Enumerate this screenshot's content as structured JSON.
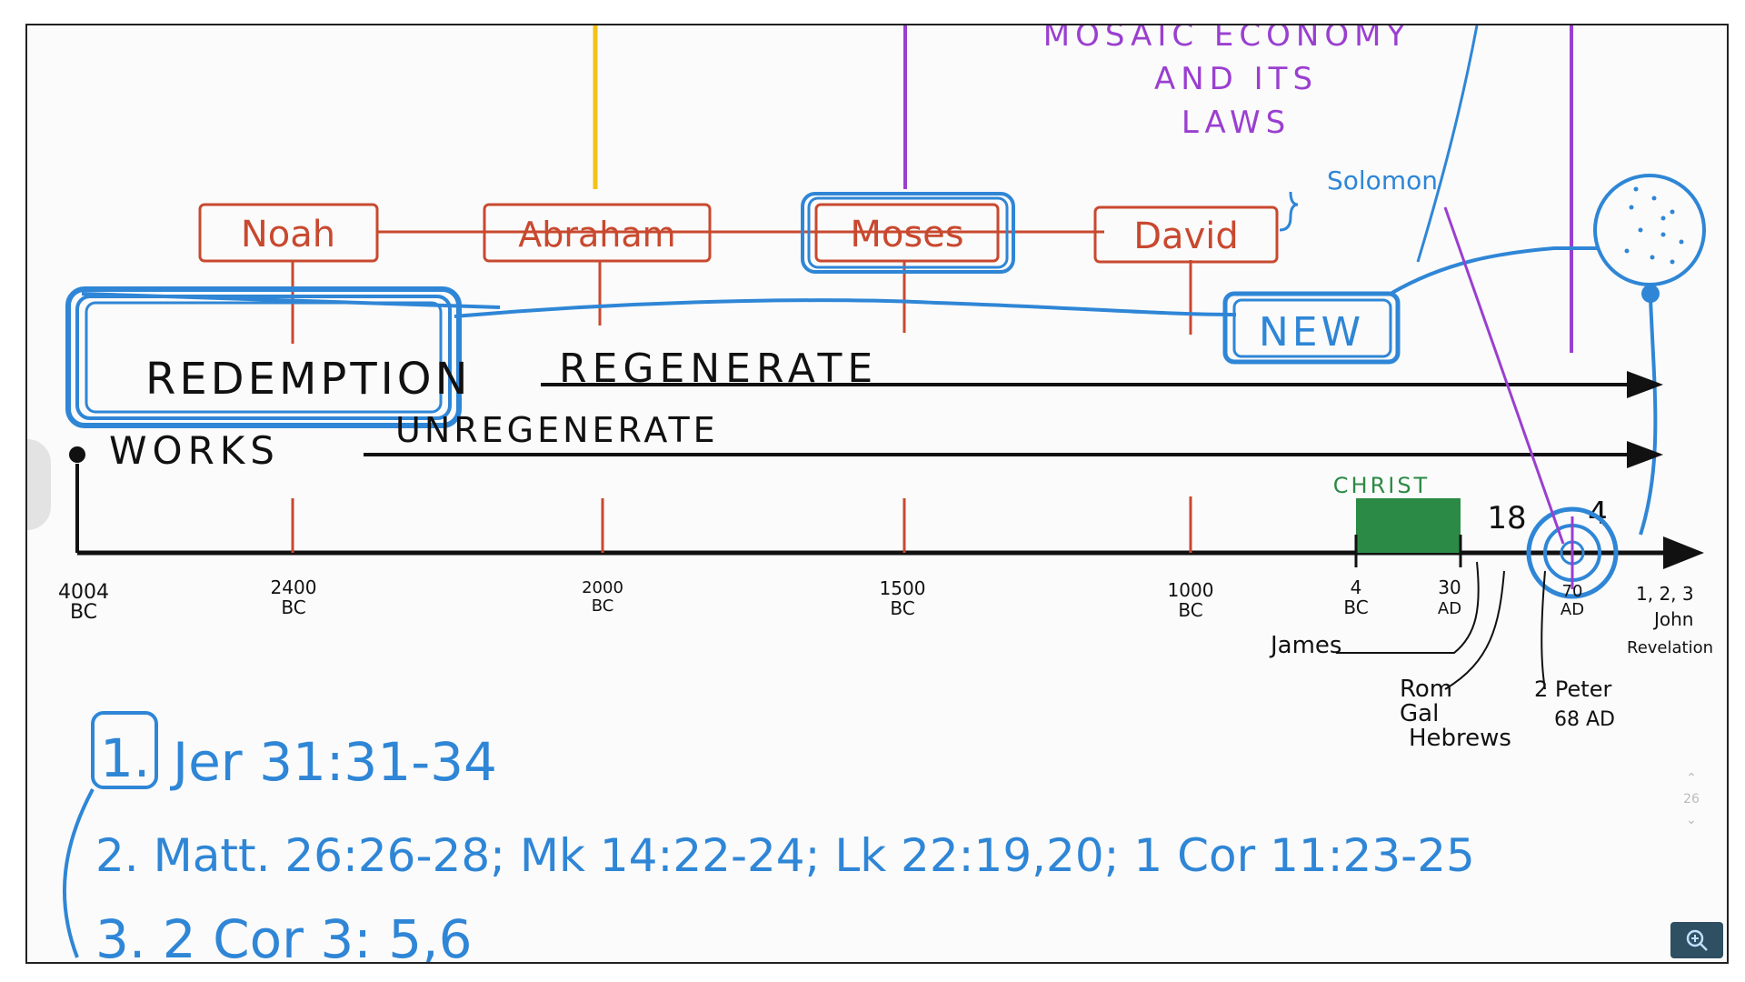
{
  "header_note": {
    "line1": "MOSAIC ECONOMY",
    "line2": "AND ITS",
    "line3": "LAWS"
  },
  "figures": [
    {
      "key": "noah",
      "label": "Noah"
    },
    {
      "key": "abraham",
      "label": "Abraham"
    },
    {
      "key": "moses",
      "label": "Moses"
    },
    {
      "key": "david",
      "label": "David"
    }
  ],
  "solomon_label": "Solomon",
  "new_label": "NEW",
  "redemption_label": "REDEMPTION",
  "regenerate_label": "REGENERATE",
  "works_label": "WORKS",
  "unregenerate_label": "UNREGENERATE",
  "christ_label": "CHRIST",
  "count_18": "18",
  "count_4": "4",
  "axis_ticks": [
    {
      "top": "4004",
      "bottom": "BC"
    },
    {
      "top": "2400",
      "bottom": "BC"
    },
    {
      "top": "2000",
      "bottom": "BC"
    },
    {
      "top": "1500",
      "bottom": "BC"
    },
    {
      "top": "1000",
      "bottom": "BC"
    },
    {
      "top": "4",
      "bottom": "BC"
    },
    {
      "top": "30",
      "bottom": "AD"
    },
    {
      "top": "70",
      "bottom": "AD"
    }
  ],
  "epistles": {
    "james": "James",
    "rom_line1": "Rom",
    "rom_line2": "Gal",
    "rom_line3": "Hebrews",
    "peter_line1": "2 Peter",
    "peter_line2": "68 AD",
    "john_line1": "1, 2, 3",
    "john_line2": "John",
    "john_line3": "Revelation"
  },
  "references": {
    "ref1_num": "1.",
    "ref1_text": "Jer 31:31-34",
    "ref2": "2. Matt. 26:26-28; Mk 14:22-24; Lk 22:19,20; 1 Cor 11:23-25",
    "ref3": "3. 2 Cor 3: 5,6"
  },
  "page_indicator": "26",
  "colors": {
    "red": "#c8492f",
    "blue": "#2f86d6",
    "purple": "#9a3fd0",
    "yellow": "#f2c21a",
    "green": "#2b8a45",
    "black": "#111111"
  },
  "icons": {
    "zoom": "zoom-in-icon",
    "up": "chevron-up-icon",
    "down": "chevron-down-icon"
  }
}
